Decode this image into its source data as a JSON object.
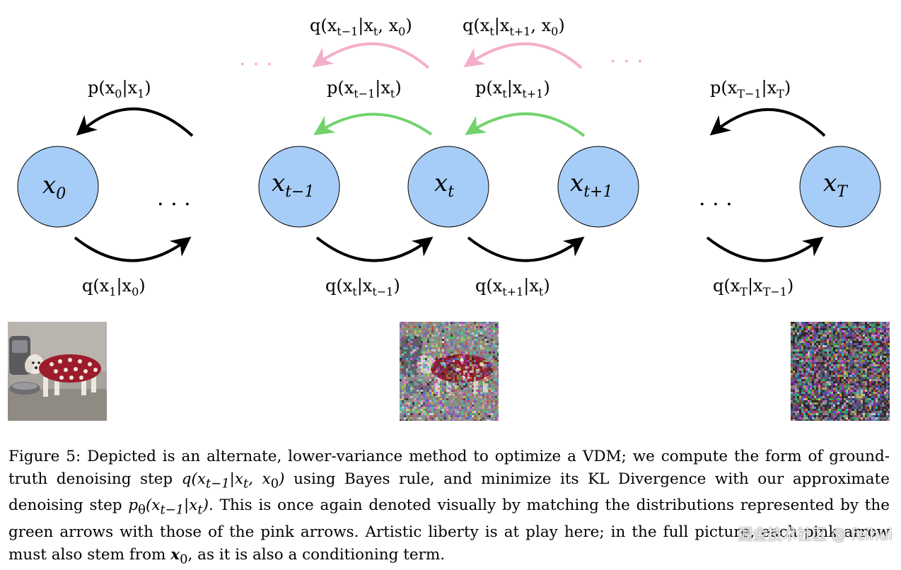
{
  "colors": {
    "node_fill": "#a6cdf7",
    "green_arrow": "#72d36d",
    "pink_arrow": "#f4aec9",
    "black_arrow": "#000000"
  },
  "nodes": [
    {
      "id": "x0",
      "base": "x",
      "sub": "0"
    },
    {
      "id": "xt-1",
      "base": "x",
      "sub": "t−1"
    },
    {
      "id": "xt",
      "base": "x",
      "sub": "t"
    },
    {
      "id": "xt+1",
      "base": "x",
      "sub": "t+1"
    },
    {
      "id": "xT",
      "base": "x",
      "sub": "T"
    }
  ],
  "ellipsis": ". . .",
  "pink_labels": [
    {
      "pre": "q(x",
      "s1": "t−1",
      "mid": "|x",
      "s2": "t",
      "mid2": ", x",
      "s3": "0",
      "post": ")"
    },
    {
      "pre": "q(x",
      "s1": "t",
      "mid": "|x",
      "s2": "t+1",
      "mid2": ", x",
      "s3": "0",
      "post": ")"
    }
  ],
  "green_labels": [
    {
      "pre": "p(x",
      "s1": "t−1",
      "mid": "|x",
      "s2": "t",
      "post": ")"
    },
    {
      "pre": "p(x",
      "s1": "t",
      "mid": "|x",
      "s2": "t+1",
      "post": ")"
    }
  ],
  "top_black_labels": [
    {
      "pre": "p(x",
      "s1": "0",
      "mid": "|x",
      "s2": "1",
      "post": ")"
    },
    {
      "pre": "p(x",
      "s1": "T−1",
      "mid": "|x",
      "s2": "T",
      "post": ")"
    }
  ],
  "bottom_labels": [
    {
      "pre": "q(x",
      "s1": "1",
      "mid": "|x",
      "s2": "0",
      "post": ")"
    },
    {
      "pre": "q(x",
      "s1": "t",
      "mid": "|x",
      "s2": "t−1",
      "post": ")"
    },
    {
      "pre": "q(x",
      "s1": "t+1",
      "mid": "|x",
      "s2": "t",
      "post": ")"
    },
    {
      "pre": "q(x",
      "s1": "T",
      "mid": "|x",
      "s2": "T−1",
      "post": ")"
    }
  ],
  "images": [
    {
      "name": "clean-dog-image",
      "noise": 0.0
    },
    {
      "name": "noisy-dog-image",
      "noise": 0.55
    },
    {
      "name": "pure-noise-image",
      "noise": 1.0
    }
  ],
  "caption": {
    "fig": "Figure 5:",
    "t1": " Depicted is an alternate, lower-variance method to optimize a VDM; we compute the form of ground-truth denoising step ",
    "m1": "q(x",
    "m1s": "t−1",
    "m1b": "|x",
    "m1bs": "t",
    "m1c": ", x",
    "m1cs": "0",
    "m1d": ")",
    "t2": " using Bayes rule, and minimize its KL Divergence with our approximate denoising step ",
    "m2": "p",
    "m2s": "θ",
    "m2b": "(x",
    "m2bs": "t−1",
    "m2c": "|x",
    "m2cs": "t",
    "m2d": ")",
    "t3": ". This is once again denoted visually by matching the distributions represented by the green arrows with those of the pink arrows. Artistic liberty is at play here; in the full picture, each pink arrow must also stem from ",
    "m3": "x",
    "m3s": "0",
    "t4": ", as it is also a conditioning term."
  },
  "watermark": "掘金技术社区 @ feihui"
}
